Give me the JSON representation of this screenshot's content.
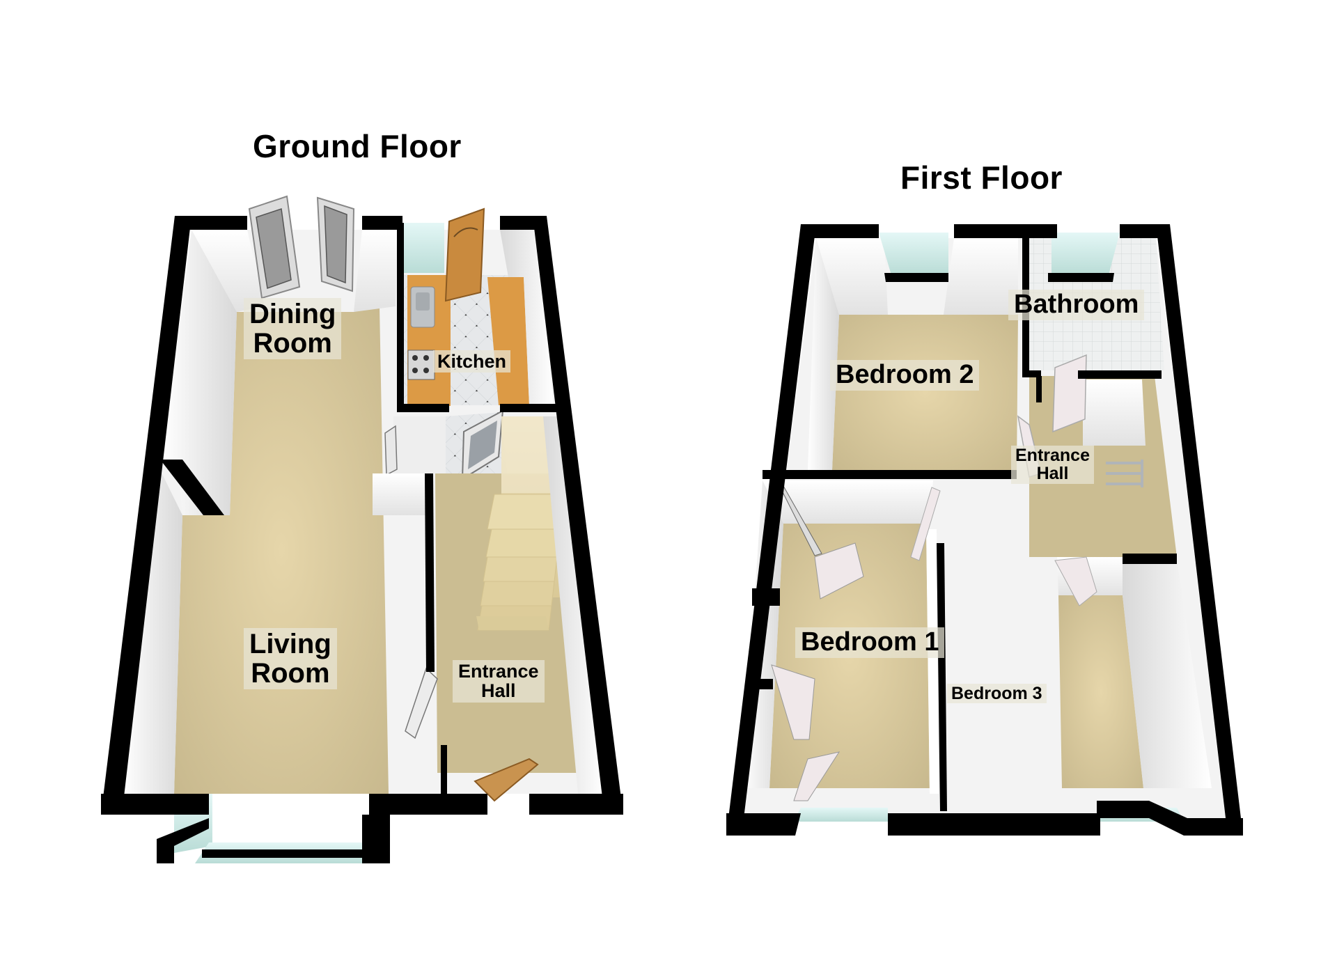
{
  "floors": [
    {
      "title": "Ground Floor",
      "rooms": [
        {
          "name": "Dining Room",
          "lines": [
            "Dining",
            "Room"
          ]
        },
        {
          "name": "Kitchen",
          "lines": [
            "Kitchen"
          ]
        },
        {
          "name": "Living Room",
          "lines": [
            "Living",
            "Room"
          ]
        },
        {
          "name": "Entrance Hall",
          "lines": [
            "Entrance",
            "Hall"
          ]
        }
      ]
    },
    {
      "title": "First Floor",
      "rooms": [
        {
          "name": "Bedroom 2",
          "lines": [
            "Bedroom 2"
          ]
        },
        {
          "name": "Bathroom",
          "lines": [
            "Bathroom"
          ]
        },
        {
          "name": "Entrance Hall",
          "lines": [
            "Entrance",
            "Hall"
          ]
        },
        {
          "name": "Bedroom 1",
          "lines": [
            "Bedroom 1"
          ]
        },
        {
          "name": "Bedroom 3",
          "lines": [
            "Bedroom 3"
          ]
        }
      ]
    }
  ],
  "colors": {
    "wall": "#000000",
    "inner_wall": "#f2f2f2",
    "carpet": "#d8c9a0",
    "kitchen_floor": "#e4e6e8",
    "bathroom_floor": "#eceeee",
    "worktop": "#dc9a45",
    "glass": "#d9f0ee",
    "door_wood": "#c98a3e",
    "door_white": "#f0e8ea",
    "label_bg": "#e8e4d6"
  }
}
